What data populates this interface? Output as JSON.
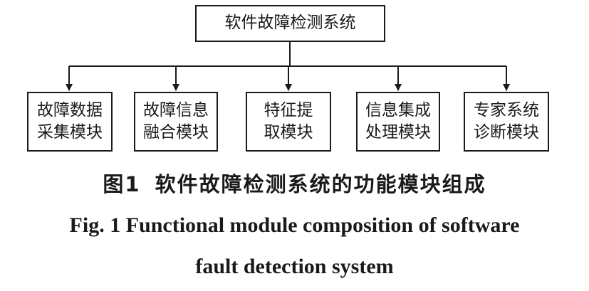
{
  "diagram": {
    "root": "软件故障检测系统",
    "modules": [
      {
        "label": "故障数据\n采集模块"
      },
      {
        "label": "故障信息\n融合模块"
      },
      {
        "label": "特征提\n取模块"
      },
      {
        "label": "信息集成\n处理模块"
      },
      {
        "label": "专家系统\n诊断模块"
      }
    ]
  },
  "caption": {
    "cn_number": "图1",
    "cn_text": "软件故障检测系统的功能模块组成",
    "en_line1": "Fig. 1  Functional module composition of software",
    "en_line2": "fault detection system"
  }
}
